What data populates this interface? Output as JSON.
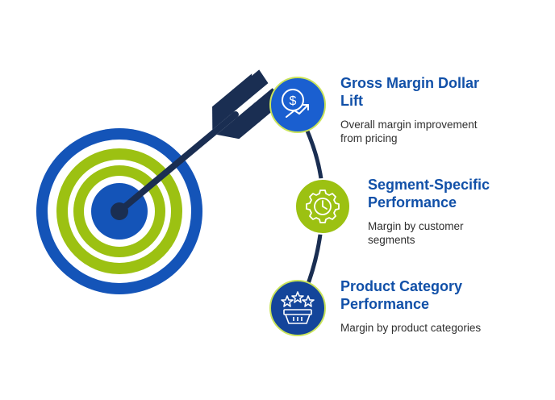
{
  "colors": {
    "navy": "#1a2e52",
    "blue": "#1454b8",
    "lime": "#9cc112",
    "white": "#ffffff"
  },
  "items": [
    {
      "title": "Gross Margin Dollar Lift",
      "description": "Overall margin improvement from pricing",
      "icon": "dollar-trend-icon",
      "circle_color": "#1a5fd0"
    },
    {
      "title": "Segment-Specific Performance",
      "description": "Margin by customer segments",
      "icon": "gear-clock-icon",
      "circle_color": "#9cc112"
    },
    {
      "title": "Product Category Performance",
      "description": "Margin by product categories",
      "icon": "basket-stars-icon",
      "circle_color": "#14459a"
    }
  ]
}
